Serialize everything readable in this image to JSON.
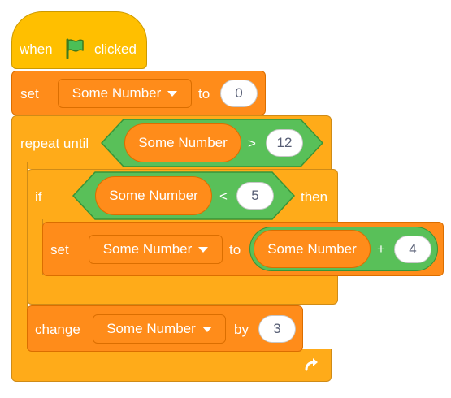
{
  "hat": {
    "label_when": "when",
    "label_clicked": "clicked",
    "flag_icon": "green-flag-icon"
  },
  "set_block": {
    "label_set": "set",
    "variable": "Some Number",
    "label_to": "to",
    "value": "0"
  },
  "repeat_until": {
    "label": "repeat until",
    "condition": {
      "left": "Some Number",
      "operator": ">",
      "right": "12"
    }
  },
  "if_block": {
    "label_if": "if",
    "label_then": "then",
    "condition": {
      "left": "Some Number",
      "operator": "<",
      "right": "5"
    },
    "body": {
      "label_set": "set",
      "variable": "Some Number",
      "label_to": "to",
      "expression": {
        "left": "Some Number",
        "operator": "+",
        "right": "4"
      }
    }
  },
  "change_block": {
    "label_change": "change",
    "variable": "Some Number",
    "label_by": "by",
    "value": "3"
  },
  "loop_arrow_icon": "loop-arrow-icon",
  "colors": {
    "events": "#FFBF00",
    "control": "#FFAB19",
    "variables": "#FF8C1A",
    "operators": "#59C059"
  }
}
